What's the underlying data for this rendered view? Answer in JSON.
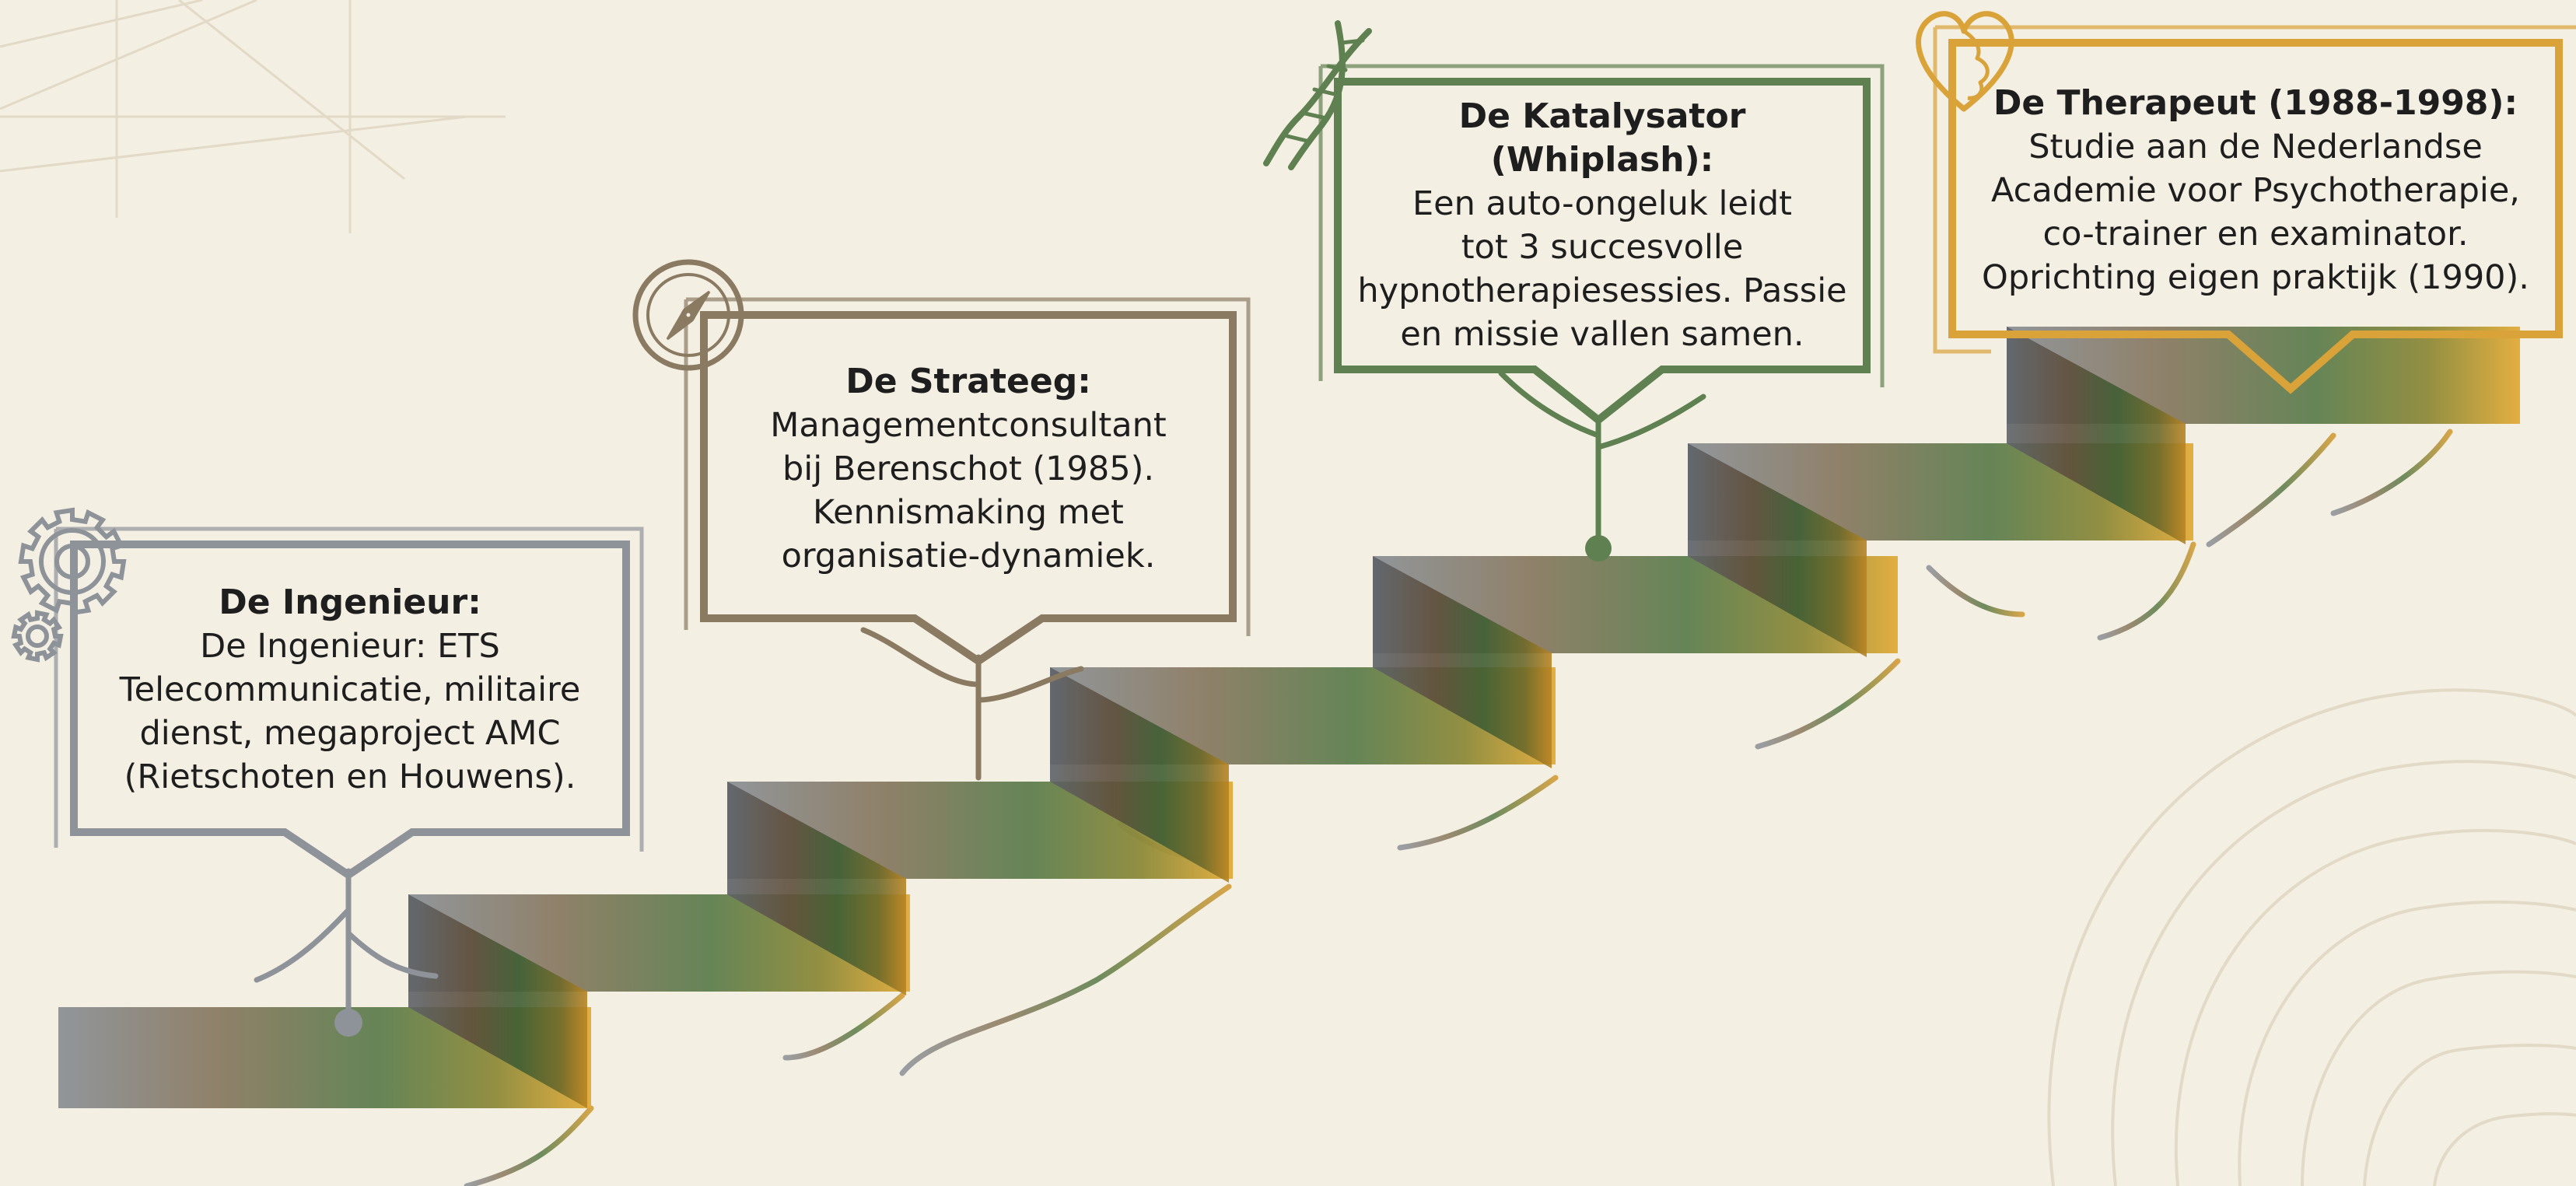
{
  "stages": [
    {
      "title": "De Ingenieur:",
      "lines": [
        "De Ingenieur: ETS",
        "Telecommunicatie, militaire",
        "dienst, megaproject AMC",
        "(Rietschoten en Houwens)."
      ],
      "icon": "gear-icon",
      "color": "#8e9399"
    },
    {
      "title": "De Strateeg:",
      "lines": [
        "Managementconsultant",
        "bij Berenschot (1985).",
        "Kennismaking met",
        "organisatie-dynamiek."
      ],
      "icon": "compass-icon",
      "color": "#8a7a62"
    },
    {
      "title": "De Katalysator (Whiplash):",
      "lines": [
        "Een auto-ongeluk leidt",
        "tot 3 succesvolle",
        "hypnotherapiesessies. Passie",
        "en missie vallen samen."
      ],
      "icon": "dna-icon",
      "color": "#5f8050"
    },
    {
      "title": "De Therapeut (1988-1998):",
      "lines": [
        "Studie aan de Nederlandse",
        "Academie voor Psychotherapie,",
        "co-trainer en examinator.",
        "Oprichting eigen praktijk (1990)."
      ],
      "icon": "heart-brain-icon",
      "color": "#d9a33a"
    }
  ]
}
